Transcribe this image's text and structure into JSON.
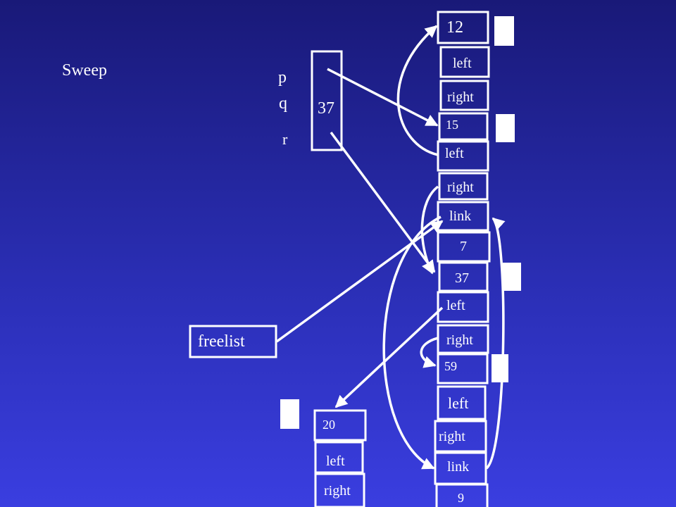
{
  "title": "Sweep",
  "variables": {
    "p": "p",
    "q": "q",
    "r": "r",
    "value": "37"
  },
  "freelist_label": "freelist",
  "column": {
    "n12": {
      "value": "12",
      "left": "left",
      "right": "right"
    },
    "n15": {
      "value": "15",
      "left": "left",
      "right": "right",
      "link": "link"
    },
    "n7": {
      "value": "7"
    },
    "n37": {
      "value": "37",
      "left": "left",
      "right": "right"
    },
    "n59": {
      "value": "59",
      "left": "left",
      "right": "right",
      "link": "link"
    },
    "n9": {
      "value": "9"
    }
  },
  "bottom_node": {
    "value": "20",
    "left": "left",
    "right": "right"
  },
  "colors": {
    "background_top": "#191978",
    "background_bottom": "#3a3ee0",
    "foreground": "#ffffff"
  }
}
